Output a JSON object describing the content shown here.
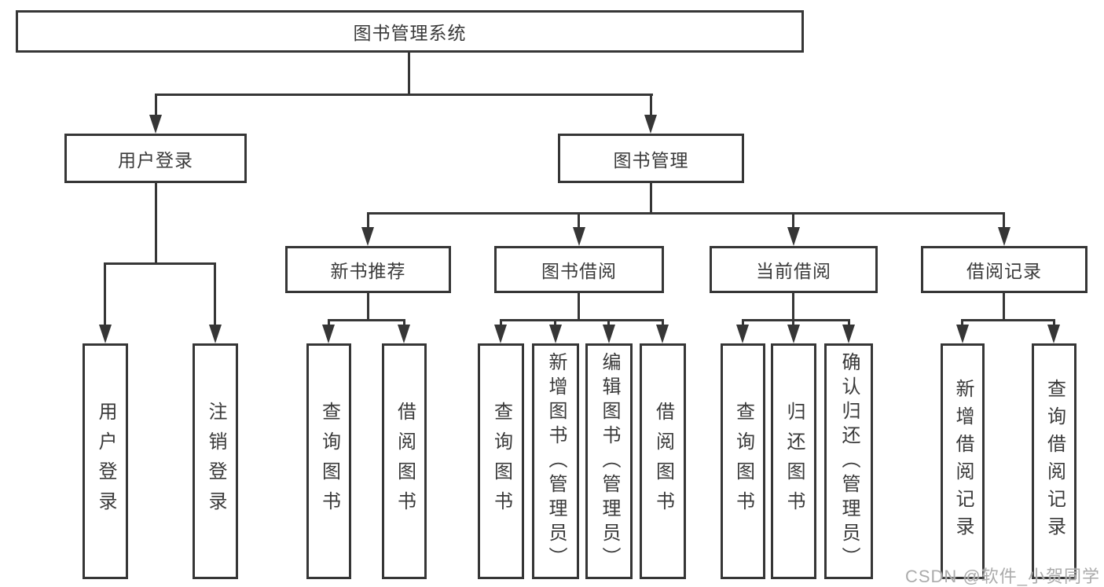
{
  "diagram": {
    "title": "图书管理系统",
    "nodes": {
      "root": "图书管理系统",
      "user_login": "用户登录",
      "book_management": "图书管理",
      "new_book_recommend": "新书推荐",
      "book_borrowing": "图书借阅",
      "current_borrowing": "当前借阅",
      "borrowing_records": "借阅记录",
      "leaf_user_login": "用户登录",
      "leaf_logout": "注销登录",
      "leaf_query_book_a": "查询图书",
      "leaf_borrow_book_a": "借阅图书",
      "leaf_query_book_b": "查询图书",
      "leaf_add_book_admin": "新增图书（管理员）",
      "leaf_edit_book_admin": "编辑图书（管理员）",
      "leaf_borrow_book_b": "借阅图书",
      "leaf_query_book_c": "查询图书",
      "leaf_return_book": "归还图书",
      "leaf_confirm_return_admin": "确认归还（管理员）",
      "leaf_add_borrow_record": "新增借阅记录",
      "leaf_query_borrow_record": "查询借阅记录"
    },
    "hierarchy": {
      "图书管理系统": {
        "用户登录": [
          "用户登录",
          "注销登录"
        ],
        "图书管理": {
          "新书推荐": [
            "查询图书",
            "借阅图书"
          ],
          "图书借阅": [
            "查询图书",
            "新增图书（管理员）",
            "编辑图书（管理员）",
            "借阅图书"
          ],
          "当前借阅": [
            "查询图书",
            "归还图书",
            "确认归还（管理员）"
          ],
          "借阅记录": [
            "新增借阅记录",
            "查询借阅记录"
          ]
        }
      }
    },
    "colors": {
      "line": "#363636",
      "text": "#3a3a3a",
      "background": "#ffffff"
    }
  },
  "watermark": {
    "text": "CSDN @软件_小贺同学",
    "color": "#ababab"
  }
}
